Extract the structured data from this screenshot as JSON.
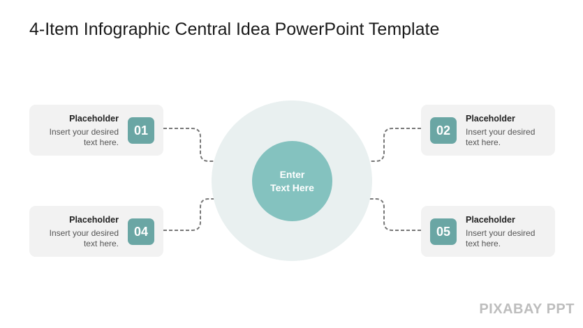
{
  "title": "4-Item Infographic Central Idea PowerPoint Template",
  "center": {
    "line1": "Enter",
    "line2": "Text Here"
  },
  "items": [
    {
      "number": "01",
      "heading": "Placeholder",
      "line1": "Insert your desired",
      "line2": "text here."
    },
    {
      "number": "02",
      "heading": "Placeholder",
      "line1": "Insert your desired",
      "line2": "text here."
    },
    {
      "number": "04",
      "heading": "Placeholder",
      "line1": "Insert your desired",
      "line2": "text here."
    },
    {
      "number": "05",
      "heading": "Placeholder",
      "line1": "Insert your desired",
      "line2": "text here."
    }
  ],
  "watermark": "PIXABAY PPT",
  "colors": {
    "badge": "#6aa6a4",
    "center_circle": "#84c2bf",
    "outer_circle": "#e9f0f0",
    "card_background": "#f2f2f2",
    "connector": "#777777"
  }
}
